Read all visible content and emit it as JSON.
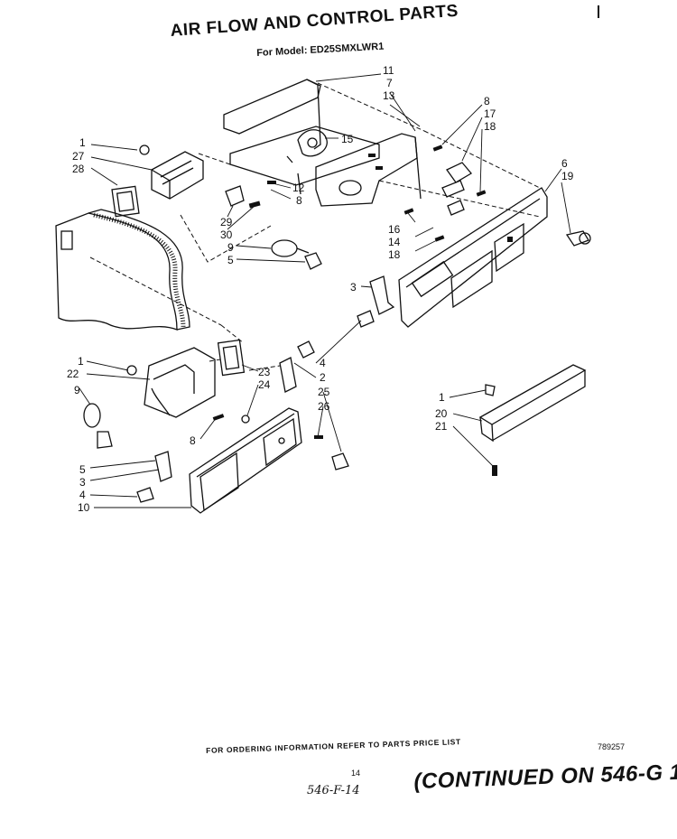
{
  "header": {
    "title": "AIR FLOW AND CONTROL PARTS",
    "model": "For Model: ED25SMXLWR1"
  },
  "footer": {
    "ordering_note": "FOR ORDERING INFORMATION REFER TO PARTS PRICE LIST",
    "doc_number": "789257",
    "page_number": "14",
    "continued": "(CONTINUED ON 546-G 1,",
    "handwritten_note": "546-F-14"
  },
  "labels": [
    {
      "id": "l11a",
      "text": "11"
    },
    {
      "id": "l7a",
      "text": "7"
    },
    {
      "id": "l13a",
      "text": "13"
    },
    {
      "id": "l8a",
      "text": "8"
    },
    {
      "id": "l17a",
      "text": "17"
    },
    {
      "id": "l18a",
      "text": "18"
    },
    {
      "id": "l15a",
      "text": "15"
    },
    {
      "id": "l1a",
      "text": "1"
    },
    {
      "id": "l27a",
      "text": "27"
    },
    {
      "id": "l28a",
      "text": "28"
    },
    {
      "id": "l12a",
      "text": "12"
    },
    {
      "id": "l8b",
      "text": "8"
    },
    {
      "id": "l6a",
      "text": "6"
    },
    {
      "id": "l19a",
      "text": "19"
    },
    {
      "id": "l29a",
      "text": "29"
    },
    {
      "id": "l30a",
      "text": "30"
    },
    {
      "id": "l16a",
      "text": "16"
    },
    {
      "id": "l14a",
      "text": "14"
    },
    {
      "id": "l18b",
      "text": "18"
    },
    {
      "id": "l9a",
      "text": "9"
    },
    {
      "id": "l5a",
      "text": "5"
    },
    {
      "id": "l3a",
      "text": "3"
    },
    {
      "id": "l4a",
      "text": "4"
    },
    {
      "id": "l2a",
      "text": "2"
    },
    {
      "id": "l25a",
      "text": "25"
    },
    {
      "id": "l26a",
      "text": "26"
    },
    {
      "id": "l1b",
      "text": "1"
    },
    {
      "id": "l22a",
      "text": "22"
    },
    {
      "id": "l23a",
      "text": "23"
    },
    {
      "id": "l24a",
      "text": "24"
    },
    {
      "id": "l9b",
      "text": "9"
    },
    {
      "id": "l8c",
      "text": "8"
    },
    {
      "id": "l1c",
      "text": "1"
    },
    {
      "id": "l20a",
      "text": "20"
    },
    {
      "id": "l21a",
      "text": "21"
    },
    {
      "id": "l5b",
      "text": "5"
    },
    {
      "id": "l3b",
      "text": "3"
    },
    {
      "id": "l4b",
      "text": "4"
    },
    {
      "id": "l10a",
      "text": "10"
    }
  ]
}
